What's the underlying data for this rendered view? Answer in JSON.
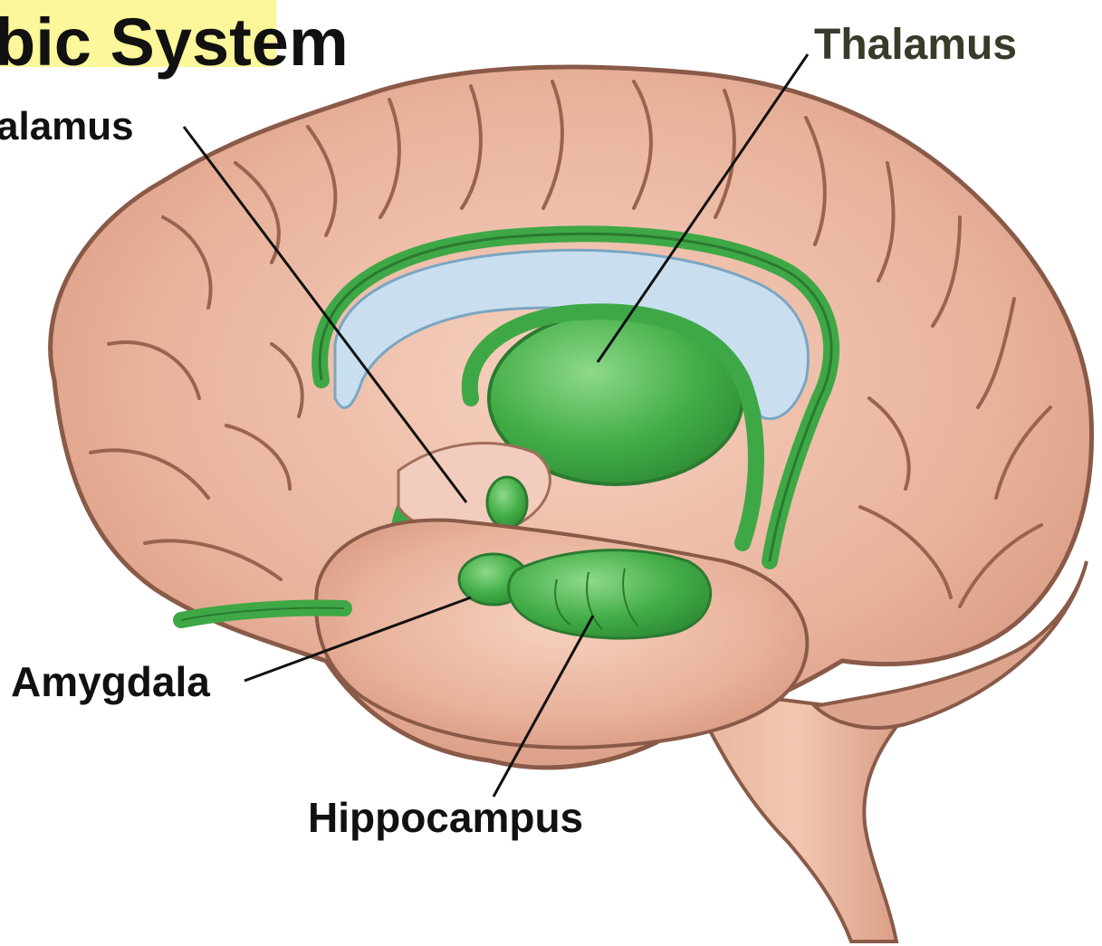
{
  "title": "bic System",
  "labels": {
    "hypothalamus": "alamus",
    "thalamus": "Thalamus",
    "amygdala": "Amygdala",
    "hippocampus": "Hippocampus"
  },
  "colors": {
    "brain": "#e8b49e",
    "brain_outline": "#8a5a48",
    "limbic": "#3ea846",
    "ventricle": "#c9dff0",
    "highlight": "#fbf79a"
  }
}
